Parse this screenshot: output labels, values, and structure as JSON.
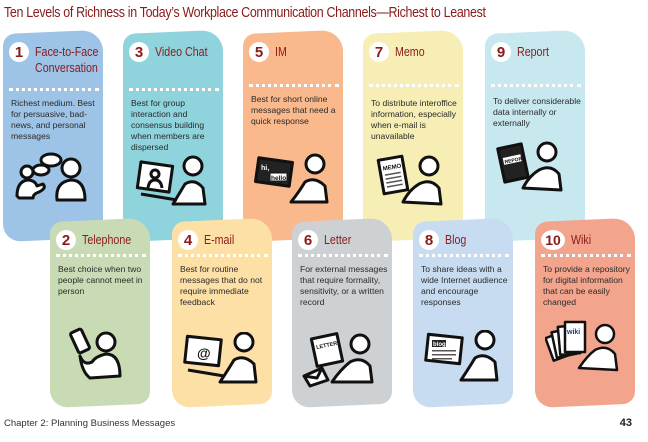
{
  "page": {
    "title": "Ten Levels of Richness in Today’s Workplace Communication Channels—Richest to Leanest",
    "footer": {
      "chapter": "Chapter 2: Planning Business Messages",
      "page_number": "43"
    }
  },
  "colors": {
    "title": "#8b1a1a",
    "card_1": "#9dc3e6",
    "card_2": "#c9dbb4",
    "card_3": "#8fd3dd",
    "card_4": "#fde0a6",
    "card_5": "#f9b98c",
    "card_6": "#cdd1d4",
    "card_7": "#f6eeb4",
    "card_8": "#c7dcf0",
    "card_9": "#c7e8ef",
    "card_10": "#f3a48c"
  },
  "cards": [
    {
      "number": "1",
      "label_line1": "Face-to-Face",
      "label_line2": "Conversation",
      "description": "Richest medium. Best for persuasive, bad-news, and personal messages",
      "icon": "two-people-talking-icon"
    },
    {
      "number": "2",
      "label_line1": "Telephone",
      "label_line2": "",
      "description": "Best choice when two people cannot meet in person",
      "icon": "person-with-phone-icon"
    },
    {
      "number": "3",
      "label_line1": "Video Chat",
      "label_line2": "",
      "description": "Best for group interaction and consensus building when members are dispersed",
      "icon": "person-video-chat-laptop-icon"
    },
    {
      "number": "4",
      "label_line1": "E-mail",
      "label_line2": "",
      "description": "Best for routine messages that do not require immediate feedback",
      "icon": "person-email-laptop-icon",
      "screen_text": "@"
    },
    {
      "number": "5",
      "label_line1": "IM",
      "label_line2": "",
      "description": "Best for short online messages that need a quick response",
      "icon": "person-im-laptop-icon",
      "screen_text_1": "hi,",
      "screen_text_2": "hello"
    },
    {
      "number": "6",
      "label_line1": "Letter",
      "label_line2": "",
      "description": "For external messages that require formality, sensitivity, or a written record",
      "icon": "person-letter-envelope-icon",
      "screen_text": "LETTER"
    },
    {
      "number": "7",
      "label_line1": "Memo",
      "label_line2": "",
      "description": "To distribute interoffice information, especially when e-mail is unavailable",
      "icon": "person-memo-clipboard-icon",
      "screen_text": "MEMO"
    },
    {
      "number": "8",
      "label_line1": "Blog",
      "label_line2": "",
      "description": "To share ideas with a wide Internet audience and encourage responses",
      "icon": "person-blog-laptop-icon",
      "screen_text": "blog"
    },
    {
      "number": "9",
      "label_line1": "Report",
      "label_line2": "",
      "description": "To deliver considerable data internally or externally",
      "icon": "person-report-binder-icon",
      "screen_text": "REPORT"
    },
    {
      "number": "10",
      "label_line1": "Wiki",
      "label_line2": "",
      "description": "To provide a repository for digital information that can be easily changed",
      "icon": "person-wiki-pages-icon",
      "screen_text": "wiki"
    }
  ]
}
